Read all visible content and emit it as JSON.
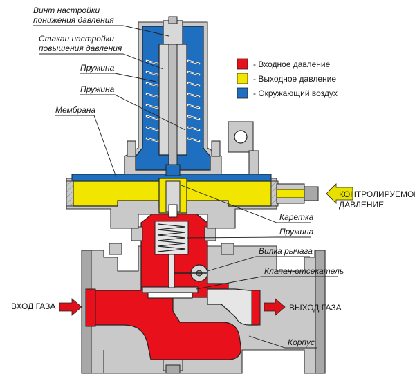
{
  "labels": {
    "screw": [
      "Винт настройки",
      "понижения давления"
    ],
    "cup": [
      "Стакан настройки",
      "повышения давления"
    ],
    "spring1": "Пружина",
    "spring2": "Пружина",
    "membrane": "Мембрана",
    "carriage": "Каретка",
    "spring3": "Пружина",
    "fork": "Вилка рычага",
    "valve": "Клапан-отсекатель",
    "body": "Корпус"
  },
  "legend": [
    {
      "color": "#e8101a",
      "text": "- Входное давление"
    },
    {
      "color": "#f2e600",
      "text": "- Выходное давление"
    },
    {
      "color": "#1f6fc0",
      "text": "- Окружающий воздух"
    }
  ],
  "sides": {
    "controlled": [
      "КОНТРОЛИРУЕМОЕ",
      "ДАВЛЕНИЕ"
    ],
    "gas_in": "ВХОД ГАЗА",
    "gas_out": "ВЫХОД ГАЗА"
  },
  "colors": {
    "inlet": "#e8101a",
    "outlet": "#f2e600",
    "air": "#1f6fc0",
    "metal": "#c9c9c9",
    "arrow": "#e0101a"
  }
}
